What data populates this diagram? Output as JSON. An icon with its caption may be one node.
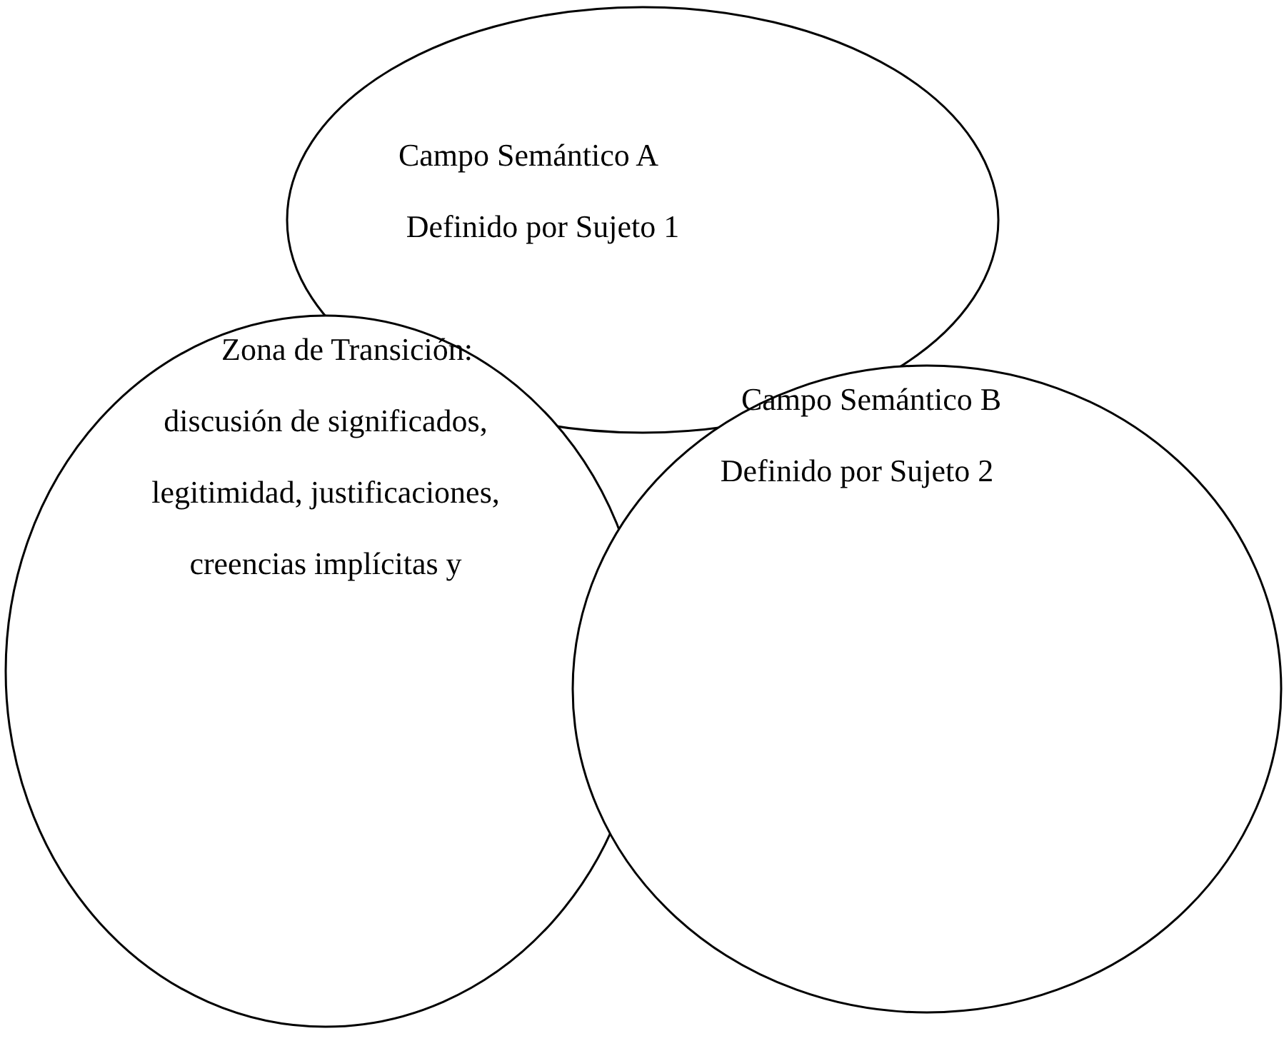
{
  "diagram": {
    "nodes": [
      {
        "text": [
          "Campo Semántico A",
          "Definido por Sujeto 1"
        ]
      },
      {
        "text": [
          "Zona de Transición:",
          "discusión de significados, legitimidad, justificaciones, creencias implícitas y"
        ]
      },
      {
        "text": [
          "Campo Semántico B",
          "Definido por Sujeto 2"
        ]
      }
    ]
  }
}
